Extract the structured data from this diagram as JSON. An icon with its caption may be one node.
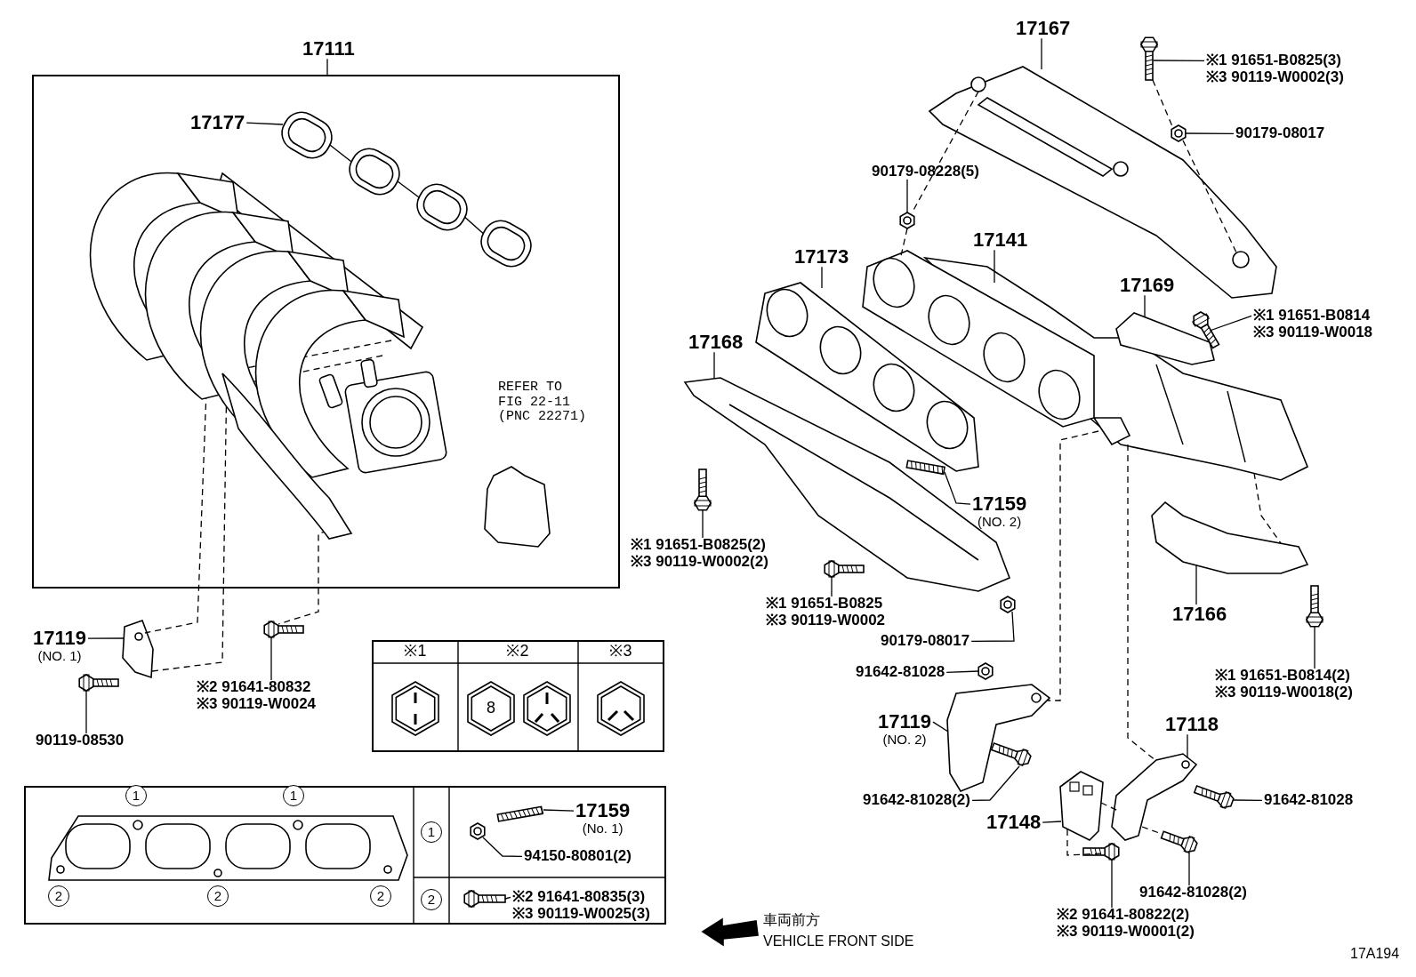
{
  "diagram": {
    "nodes": [
      {
        "text": [],
        "shape": "box"
      },
      {
        "text": [
          "17111"
        ]
      },
      {
        "text": [
          "17177"
        ],
        "in": 0
      },
      {
        "text": [
          "17119",
          "(NO. 1)"
        ]
      },
      {
        "text": [
          "※2 91641-80832",
          "※3 90119-W0024"
        ]
      },
      {
        "text": [
          "90119-08530"
        ]
      },
      {
        "text": [
          "17167"
        ]
      },
      {
        "text": [
          "※1 91651-B0825(3)",
          "※3 90119-W0002(3)"
        ]
      },
      {
        "text": [
          "90179-08017"
        ]
      },
      {
        "text": [
          "90179-08228(5)"
        ]
      },
      {
        "text": [
          "17141"
        ]
      },
      {
        "text": [
          "17173"
        ]
      },
      {
        "text": [
          "17169"
        ]
      },
      {
        "text": [
          "※1 91651-B0814",
          "※3 90119-W0018"
        ]
      },
      {
        "text": [
          "17168"
        ]
      },
      {
        "text": [
          "17159",
          "(NO. 2)"
        ]
      },
      {
        "text": [
          "※1 91651-B0825(2)",
          "※3 90119-W0002(2)"
        ]
      },
      {
        "text": [
          "※1 91651-B0825",
          "※3 90119-W0002"
        ]
      },
      {
        "text": [
          "90179-08017"
        ]
      },
      {
        "text": [
          "91642-81028"
        ]
      },
      {
        "text": [
          "17166"
        ]
      },
      {
        "text": [
          "※1 91651-B0814(2)",
          "※3 90119-W0018(2)"
        ]
      },
      {
        "text": [
          "17119",
          "(NO. 2)"
        ]
      },
      {
        "text": [
          "91642-81028(2)"
        ]
      },
      {
        "text": [
          "17118"
        ]
      },
      {
        "text": [
          "91642-81028"
        ]
      },
      {
        "text": [
          "17148"
        ]
      },
      {
        "text": [
          "91642-81028(2)"
        ]
      },
      {
        "text": [
          "※2 91641-80822(2)",
          "※3 90119-W0001(2)"
        ]
      },
      {
        "text": [
          "17159",
          "(No. 1)"
        ]
      },
      {
        "text": [
          "94150-80801(2)"
        ]
      },
      {
        "text": [
          "※2 91641-80835(3)",
          "※3 90119-W0025(3)"
        ]
      },
      {
        "text": [],
        "shape": "picture",
        "in": 0
      },
      {
        "text": [],
        "shape": "picture",
        "in": 0
      },
      {
        "text": [],
        "shape": "picture"
      },
      {
        "text": [],
        "shape": "picture"
      },
      {
        "text": [],
        "shape": "picture"
      },
      {
        "text": [],
        "shape": "picture"
      },
      {
        "text": [],
        "shape": "picture"
      },
      {
        "text": [],
        "shape": "picture"
      },
      {
        "text": [],
        "shape": "picture"
      },
      {
        "text": [],
        "shape": "picture"
      },
      {
        "text": [],
        "shape": "picture"
      },
      {
        "text": [],
        "shape": "picture"
      },
      {
        "text": [],
        "shape": "picture"
      },
      {
        "text": [],
        "shape": "picture"
      },
      {
        "text": [],
        "shape": "picture"
      },
      {
        "text": [],
        "shape": "picture"
      },
      {
        "text": [],
        "shape": "picture"
      },
      {
        "text": [],
        "shape": "picture"
      },
      {
        "text": [],
        "shape": "picture"
      },
      {
        "text": [],
        "shape": "picture"
      },
      {
        "text": [],
        "shape": "picture"
      },
      {
        "text": [],
        "shape": "picture"
      },
      {
        "text": [],
        "shape": "picture"
      },
      {
        "text": [],
        "shape": "picture"
      },
      {
        "text": [],
        "shape": "picture"
      },
      {
        "text": [],
        "shape": "picture"
      },
      {
        "text": [],
        "shape": "picture"
      },
      {
        "text": [],
        "shape": "picture"
      },
      {
        "text": [],
        "shape": "picture"
      },
      {
        "text": [],
        "shape": "picture"
      },
      {
        "text": [],
        "shape": "picture"
      }
    ],
    "edges": [
      {
        "from": 1,
        "to": 0,
        "arrow": "none"
      },
      {
        "from": 2,
        "to": 32,
        "arrow": "none"
      },
      {
        "from": 3,
        "to": 34,
        "arrow": "none"
      },
      {
        "from": 4,
        "to": 35,
        "arrow": "none"
      },
      {
        "from": 5,
        "to": 36,
        "arrow": "none"
      },
      {
        "from": 6,
        "to": 37,
        "arrow": "none"
      },
      {
        "from": 7,
        "to": 38,
        "arrow": "none"
      },
      {
        "from": 8,
        "to": 39,
        "arrow": "none"
      },
      {
        "from": 9,
        "to": 40,
        "arrow": "none"
      },
      {
        "from": 10,
        "to": 42,
        "arrow": "none"
      },
      {
        "from": 11,
        "to": 41,
        "arrow": "none"
      },
      {
        "from": 12,
        "to": 43,
        "arrow": "none"
      },
      {
        "from": 13,
        "to": 44,
        "arrow": "none"
      },
      {
        "from": 14,
        "to": 45,
        "arrow": "none"
      },
      {
        "from": 15,
        "to": 46,
        "arrow": "none"
      },
      {
        "from": 16,
        "to": 47,
        "arrow": "none"
      },
      {
        "from": 17,
        "to": 48,
        "arrow": "none"
      },
      {
        "from": 18,
        "to": 49,
        "arrow": "none"
      },
      {
        "from": 19,
        "to": 50,
        "arrow": "none"
      },
      {
        "from": 20,
        "to": 51,
        "arrow": "none"
      },
      {
        "from": 21,
        "to": 52,
        "arrow": "none"
      },
      {
        "from": 22,
        "to": 53,
        "arrow": "none"
      },
      {
        "from": 23,
        "to": 54,
        "arrow": "none"
      },
      {
        "from": 24,
        "to": 55,
        "arrow": "none"
      },
      {
        "from": 25,
        "to": 56,
        "arrow": "none"
      },
      {
        "from": 26,
        "to": 57,
        "arrow": "none"
      },
      {
        "from": 27,
        "to": 58,
        "arrow": "none"
      },
      {
        "from": 28,
        "to": 59,
        "arrow": "none"
      },
      {
        "from": 29,
        "to": 60,
        "arrow": "none"
      },
      {
        "from": 30,
        "to": 61,
        "arrow": "none"
      },
      {
        "from": 31,
        "to": 62,
        "arrow": "none"
      },
      {
        "from": 33,
        "to": 34,
        "arrow": "none",
        "style": "dashed"
      },
      {
        "from": 33,
        "to": 34,
        "arrow": "none",
        "style": "dashed"
      },
      {
        "from": 33,
        "to": 35,
        "arrow": "none",
        "style": "dashed"
      },
      {
        "from": 37,
        "to": 40,
        "arrow": "none",
        "style": "dashed"
      },
      {
        "from": 40,
        "to": 42,
        "arrow": "none",
        "style": "dashed"
      },
      {
        "from": 38,
        "to": 39,
        "arrow": "none",
        "style": "dashed"
      },
      {
        "from": 39,
        "to": 37,
        "arrow": "none",
        "style": "dashed"
      },
      {
        "from": 42,
        "to": 53,
        "arrow": "none",
        "style": "dashed"
      },
      {
        "from": 42,
        "to": 55,
        "arrow": "none",
        "style": "dashed"
      },
      {
        "from": 42,
        "to": 51,
        "arrow": "none",
        "style": "dashed"
      },
      {
        "from": 57,
        "to": 59,
        "arrow": "none",
        "style": "dashed"
      },
      {
        "from": 57,
        "to": 55,
        "arrow": "none",
        "style": "dashed"
      },
      {
        "from": 55,
        "to": 58,
        "arrow": "none",
        "style": "dashed"
      }
    ],
    "labels": [
      "REFER TO FIG 22-11 (PNC 22271)",
      "※1",
      "※2",
      "※3",
      "8",
      "1",
      "1",
      "2",
      "2",
      "2",
      "1",
      "2",
      "車両前方",
      "VEHICLE FRONT SIDE",
      "17A194"
    ]
  }
}
